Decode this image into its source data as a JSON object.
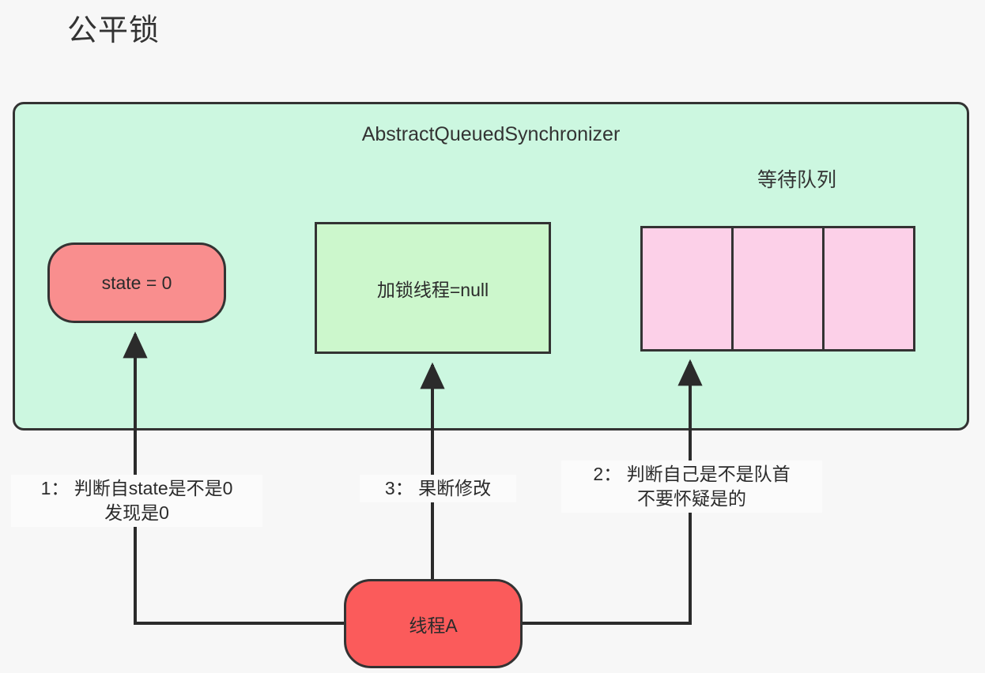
{
  "page": {
    "title": "公平锁",
    "background": "#f7f7f7"
  },
  "container": {
    "label": "AbstractQueuedSynchronizer",
    "fill": "#ccf7e0",
    "border": "#333333"
  },
  "queue": {
    "title": "等待队列",
    "cell_fill": "#fcd0e8",
    "cells": [
      {
        "label": ""
      },
      {
        "label": ""
      },
      {
        "label": ""
      }
    ]
  },
  "nodes": {
    "state": {
      "label": "state = 0",
      "fill": "#f98e8e"
    },
    "lock_holder": {
      "label": "加锁线程=null",
      "fill": "#ccf7cc"
    },
    "thread": {
      "label": "线程A",
      "fill": "#fb5b5b"
    }
  },
  "steps": {
    "step1": "1： 判断自state是不是0\n发现是0",
    "step3": "3： 果断修改",
    "step2": "2： 判断自己是不是队首\n不要怀疑是的"
  },
  "edges": {
    "stroke": "#2b2b2b",
    "items": [
      {
        "name": "thread-to-state",
        "step": "1"
      },
      {
        "name": "thread-to-queue-head",
        "step": "2"
      },
      {
        "name": "thread-to-lock-holder",
        "step": "3"
      }
    ]
  }
}
